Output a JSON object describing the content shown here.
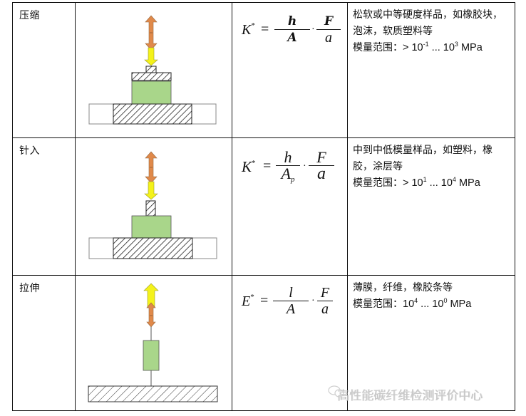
{
  "table": {
    "rows": [
      {
        "method": "压缩",
        "formula": {
          "lhs": "K",
          "lhs_sup": "*",
          "equals": "=",
          "frac1": {
            "num": "h",
            "den": "A",
            "den_sub": ""
          },
          "dot": "·",
          "frac2": {
            "num": "F",
            "den": "a"
          }
        },
        "description": "松软或中等硬度样品，如橡胶块，泡沫，软质塑料等",
        "range_label": "模量范围：",
        "range": {
          "prefix": "> 10",
          "exp1": "-1",
          "mid": " ... 10",
          "exp2": "3",
          "unit": " MPa"
        },
        "diagram": "compression-fixture"
      },
      {
        "method": "针入",
        "formula": {
          "lhs": "K",
          "lhs_sup": "*",
          "equals": "=",
          "frac1": {
            "num": "h",
            "den": "A",
            "den_sub": "p"
          },
          "dot": "·",
          "frac2": {
            "num": "F",
            "den": "a"
          }
        },
        "description": "中到中低模量样品，如塑料，橡胶，涂层等",
        "range_label": "模量范围：",
        "range": {
          "prefix": "> 10",
          "exp1": "1",
          "mid": " ... 10",
          "exp2": "4",
          "unit": " MPa"
        },
        "diagram": "penetration-fixture"
      },
      {
        "method": "拉伸",
        "formula": {
          "lhs": "E",
          "lhs_sup": "*",
          "equals": "=",
          "frac1": {
            "num": "l",
            "den": "A",
            "den_sub": ""
          },
          "dot": "·",
          "frac2": {
            "num": "F",
            "den": "a"
          }
        },
        "description": "薄膜，纤维，橡胶条等",
        "range_label": "模量范围：",
        "range": {
          "prefix": "10",
          "exp1": "4",
          "mid": " ... 10",
          "exp2": "0",
          "unit": " MPa"
        },
        "diagram": "tension-fixture"
      }
    ]
  },
  "colors": {
    "sample_green": "#a9d68a",
    "arrow_orange": "#e0894a",
    "arrow_yellow": "#f4f21a",
    "border": "#111111"
  },
  "watermark": {
    "text": "高性能碳纤维检测评价中心"
  }
}
